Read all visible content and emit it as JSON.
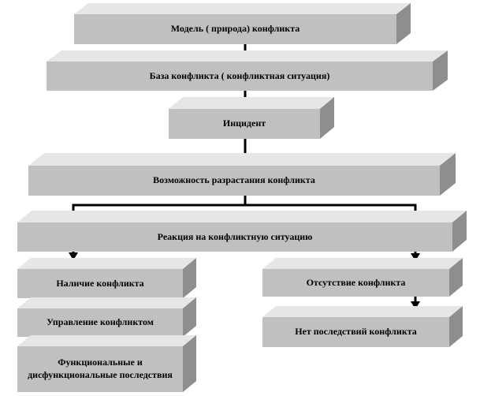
{
  "boxes": {
    "model": "Модель ( природа) конфликта",
    "base": "База конфликта ( конфликтная ситуация)",
    "incident": "Инцидент",
    "escalation": "Возможность разрастания конфликта",
    "reaction": "Реакция на конфликтную ситуацию",
    "presence": "Наличие конфликта",
    "absence": "Отсутствие конфликта",
    "management": "Управление конфликтом",
    "no_consequences": "Нет последствий конфликта",
    "consequences": "Функциональные и дисфункциональные последствия"
  },
  "colors": {
    "front": "#c0c0c0",
    "top": "#e6e6e6",
    "side": "#8e8e8e",
    "arrow": "#000000"
  }
}
